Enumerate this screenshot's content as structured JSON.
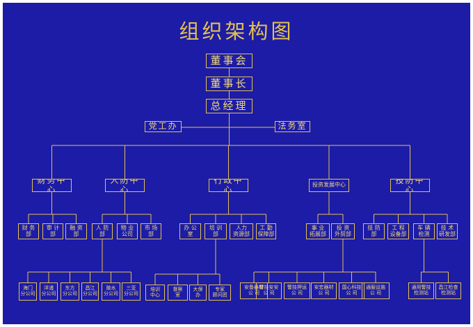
{
  "title": "组织架构图",
  "top": {
    "board": "董事会",
    "chairman": "董事长",
    "gm": "总经理",
    "party": "党工办",
    "legal": "法务室"
  },
  "centers": [
    {
      "name": "财务中心",
      "depts": [
        {
          "name": "财 务\n部"
        },
        {
          "name": "审 计\n部"
        },
        {
          "name": "融 资\n部"
        }
      ]
    },
    {
      "name": "人防中心",
      "depts": [
        {
          "name": "人 防\n部",
          "subs": [
            "海门\n分公司",
            "洋浦\n分公司",
            "东方\n分公司",
            "昌江\n分公司",
            "陵水\n分公司",
            "三亚\n分公司"
          ]
        },
        {
          "name": "物 业\n公司"
        },
        {
          "name": "市 场\n部"
        }
      ]
    },
    {
      "name": "行政中心",
      "depts": [
        {
          "name": "办 公\n室"
        },
        {
          "name": "培 训\n部",
          "subs": [
            "培训\n中心",
            "督察\n室",
            "大保\n办",
            "专家\n顾问团"
          ]
        },
        {
          "name": "人力\n资源部"
        },
        {
          "name": "工 勤\n保障部"
        }
      ]
    },
    {
      "name": "投资发展中心",
      "depts": [
        {
          "name": "事 业\n拓展部"
        },
        {
          "name": "投 资\n外贸部",
          "subs": [
            "安备器材\n公 司",
            "警技安安\n公 司",
            "警技押运\n公 司",
            "安宏器材\n公 司",
            "国心科技\n公 司",
            "通服设施\n公 司"
          ]
        }
      ]
    },
    {
      "name": "技防中心",
      "depts": [
        {
          "name": "技 防\n部"
        },
        {
          "name": "工 程\n设备部"
        },
        {
          "name": "车 辆\n检测",
          "subs": [
            "通用警技\n检测站",
            "昌江检查\n检测站"
          ]
        },
        {
          "name": "技 术\n研发部"
        }
      ]
    }
  ]
}
